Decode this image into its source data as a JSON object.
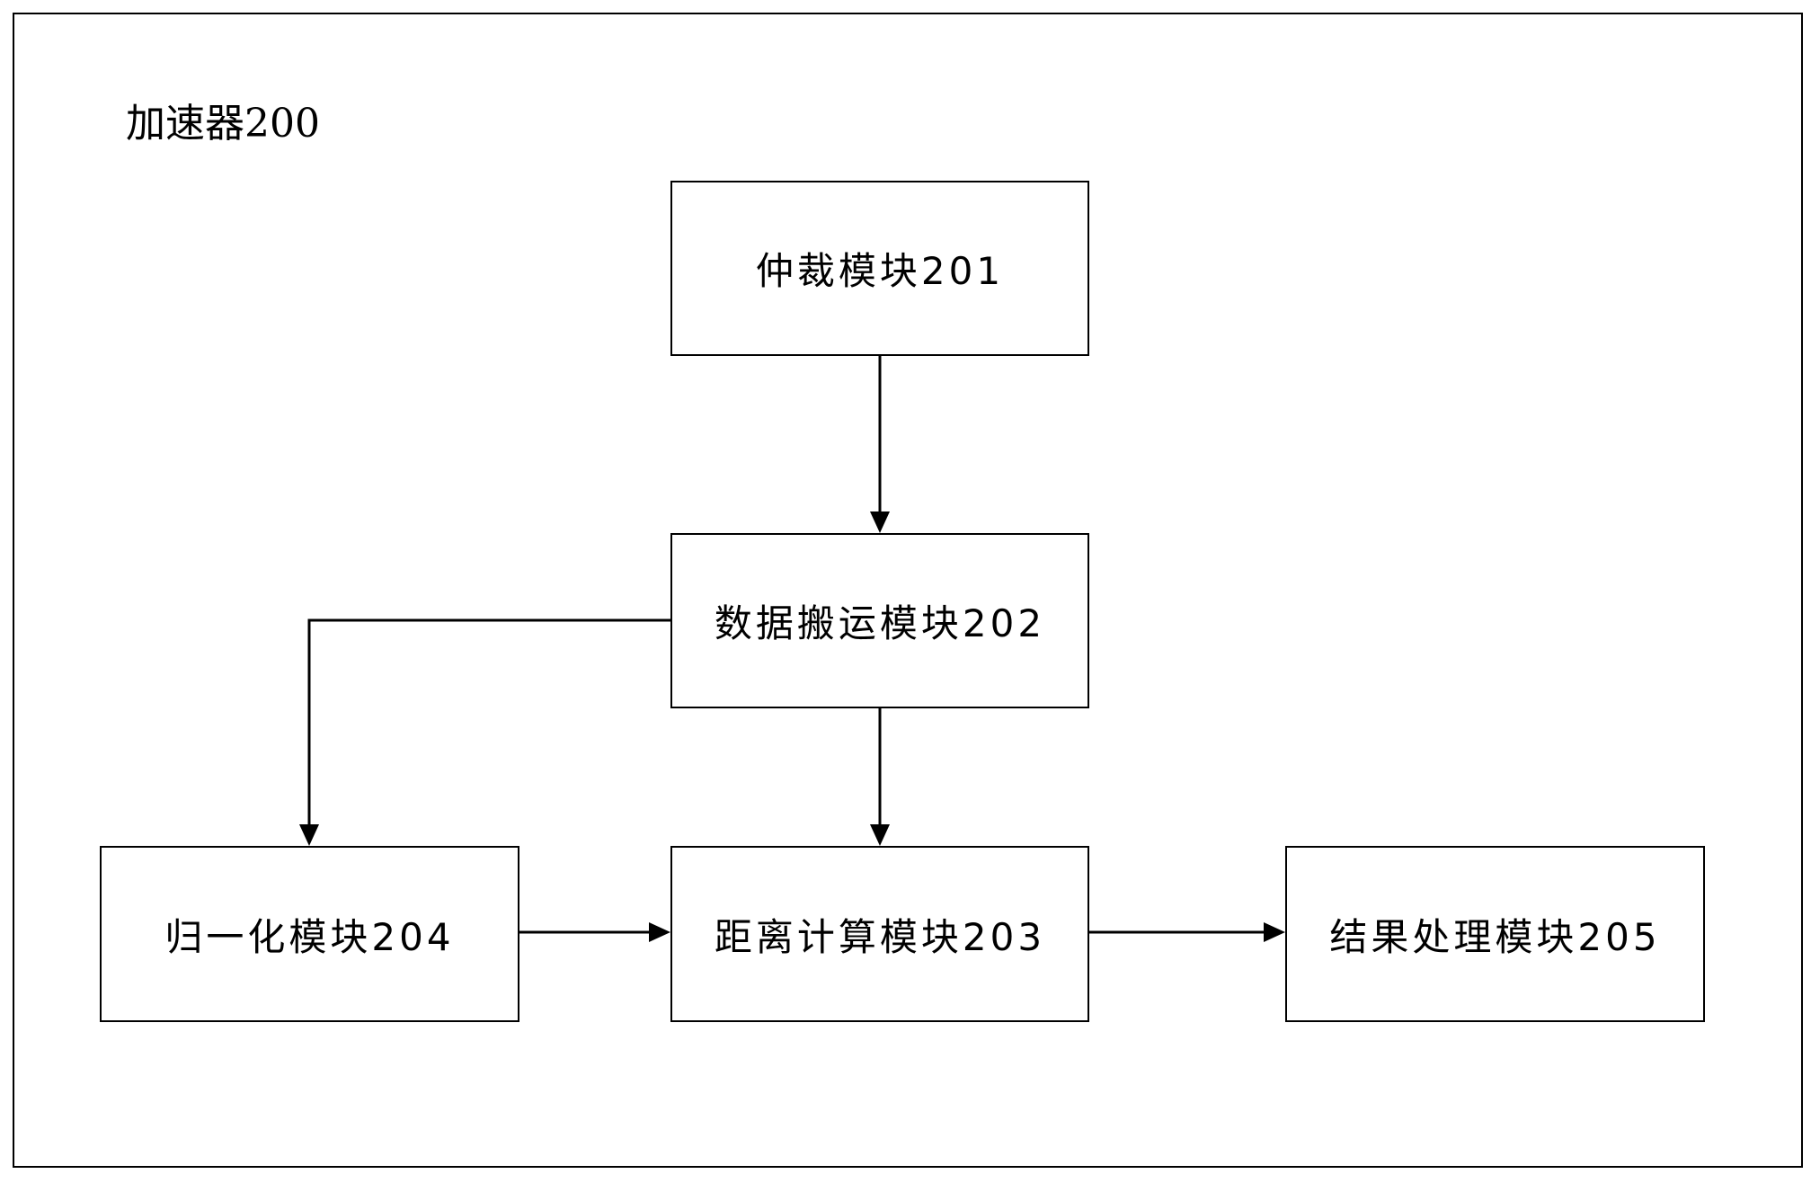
{
  "diagram": {
    "title": "加速器200",
    "modules": {
      "arbitration": "仲裁模块201",
      "data_transfer": "数据搬运模块202",
      "distance_calc": "距离计算模块203",
      "normalization": "归一化模块204",
      "result_processing": "结果处理模块205"
    },
    "connections": [
      {
        "from": "仲裁模块201",
        "to": "数据搬运模块202"
      },
      {
        "from": "数据搬运模块202",
        "to": "距离计算模块203"
      },
      {
        "from": "数据搬运模块202",
        "to": "归一化模块204"
      },
      {
        "from": "归一化模块204",
        "to": "距离计算模块203"
      },
      {
        "from": "距离计算模块203",
        "to": "结果处理模块205"
      }
    ]
  }
}
